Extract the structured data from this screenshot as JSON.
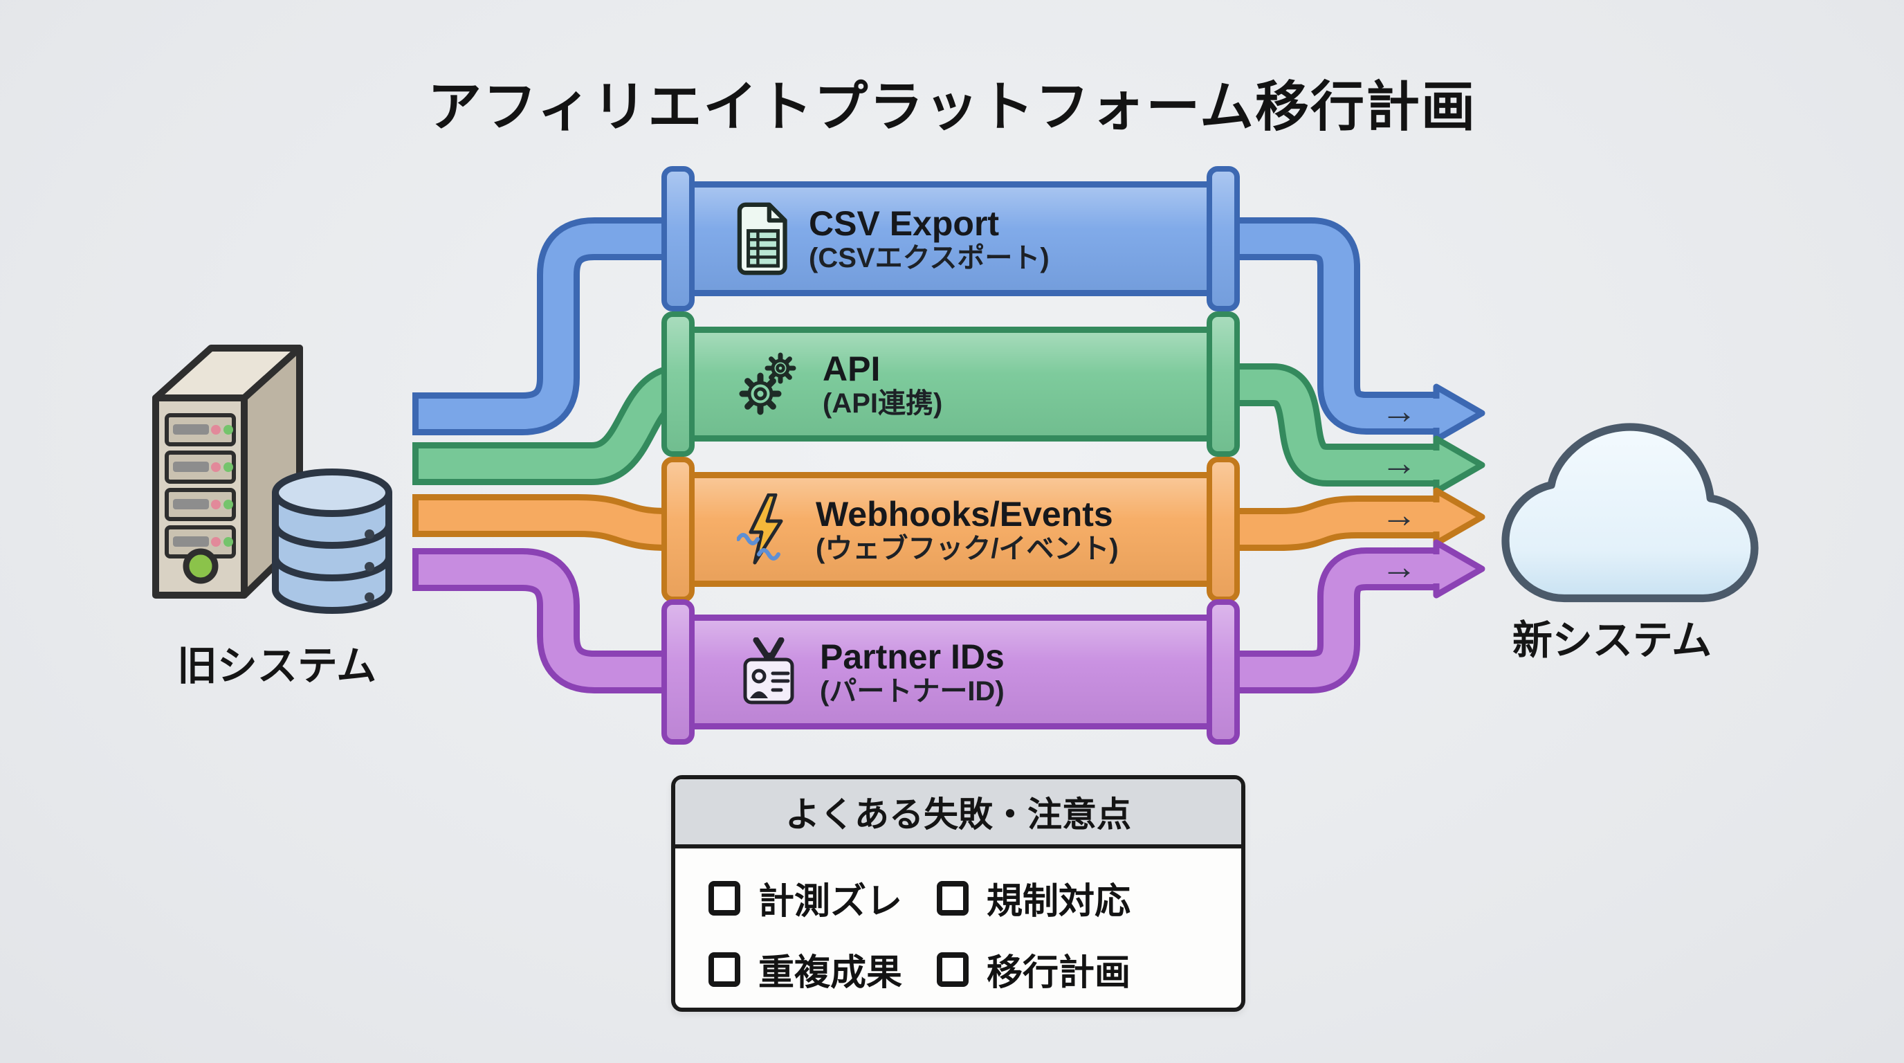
{
  "title": "アフィリエイトプラットフォーム移行計画",
  "source": {
    "label": "旧システム",
    "icon": "server-database-icon"
  },
  "target": {
    "label": "新システム",
    "icon": "cloud-icon"
  },
  "flow_arrow_glyph": "→",
  "pipes": [
    {
      "label_en": "CSV Export",
      "label_jp": "(CSVエクスポート)",
      "icon": "spreadsheet-file-icon",
      "fill": "#7aa6e8",
      "border": "#3c68b2"
    },
    {
      "label_en": "API",
      "label_jp": "(API連携)",
      "icon": "gears-icon",
      "fill": "#77c897",
      "border": "#348a5d"
    },
    {
      "label_en": "Webhooks/Events",
      "label_jp": "(ウェブフック/イベント)",
      "icon": "lightning-icon",
      "fill": "#f6aa60",
      "border": "#c2791c"
    },
    {
      "label_en": "Partner IDs",
      "label_jp": "(パートナーID)",
      "icon": "id-badge-icon",
      "fill": "#c78ce0",
      "border": "#8b42b4"
    }
  ],
  "checklist": {
    "title": "よくある失敗・注意点",
    "items": [
      {
        "label": "計測ズレ",
        "checked": false
      },
      {
        "label": "規制対応",
        "checked": false
      },
      {
        "label": "重複成果",
        "checked": false
      },
      {
        "label": "移行計画",
        "checked": false
      }
    ]
  },
  "palette": {
    "background": "#e9ebee",
    "text": "#131313",
    "arrow_glyph_color": "#2a333e",
    "cloud_fill": "#e9f3fb",
    "cloud_border": "#4b5a6a",
    "server_body": "#d9d2c4",
    "database_fill": "#aac6e6",
    "checklist_header_bg": "#d7dade"
  }
}
